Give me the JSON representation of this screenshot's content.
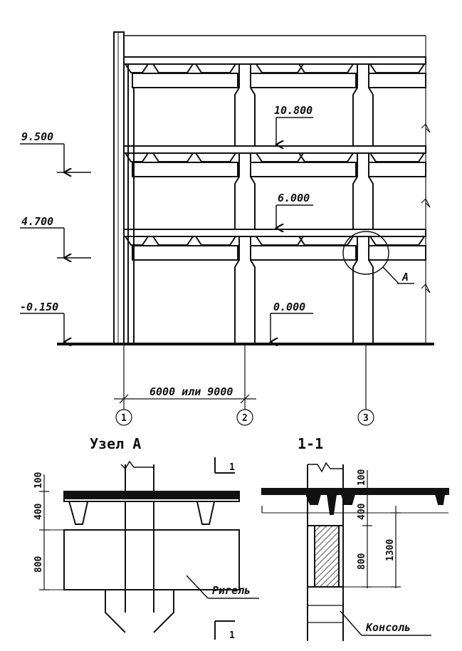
{
  "frame": {
    "elevations_left": [
      "9.500",
      "4.700",
      "-0.150"
    ],
    "elevations_floor": [
      "10.800",
      "6.000",
      "0.000"
    ],
    "node_marker": "А",
    "span_label": "6000 или 9000",
    "axes": [
      "1",
      "2",
      "3"
    ]
  },
  "node_a": {
    "title": "Узел А",
    "dims": [
      "100",
      "400",
      "800"
    ],
    "section_mark": "1",
    "riegel_label": "Ригель"
  },
  "section_1_1": {
    "title": "1-1",
    "dims": [
      "100",
      "400",
      "800",
      "1300"
    ],
    "console_label": "Консоль"
  },
  "colors": {
    "ink": "#111111",
    "paper": "#ffffff"
  }
}
